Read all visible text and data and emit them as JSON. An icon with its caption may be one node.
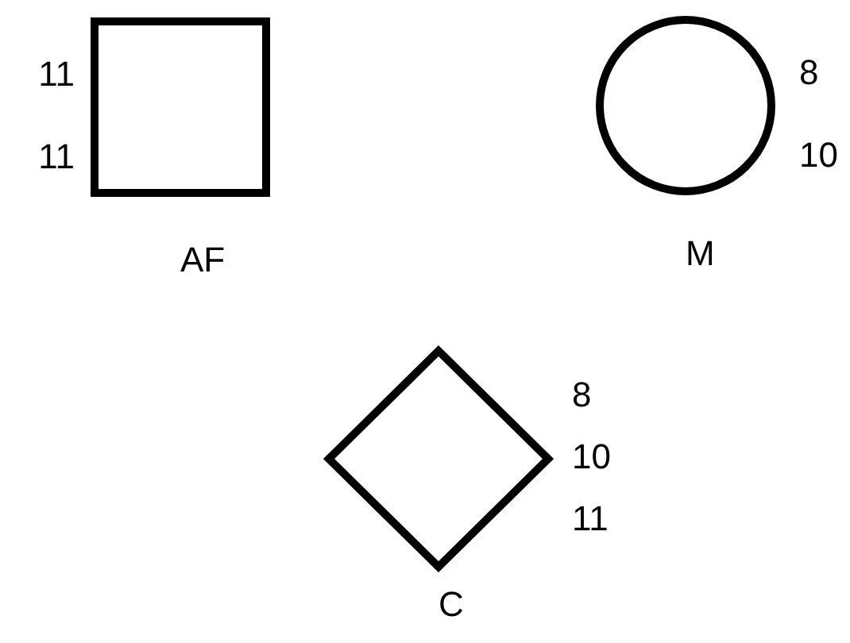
{
  "diagram": {
    "nodes": [
      {
        "text": [
          "AF"
        ],
        "beside": [
          "11",
          "11"
        ]
      },
      {
        "text": [
          "M"
        ],
        "beside": [
          "8",
          "10"
        ]
      },
      {
        "text": [
          "C"
        ],
        "beside": [
          "8",
          "10",
          "11"
        ]
      }
    ]
  }
}
